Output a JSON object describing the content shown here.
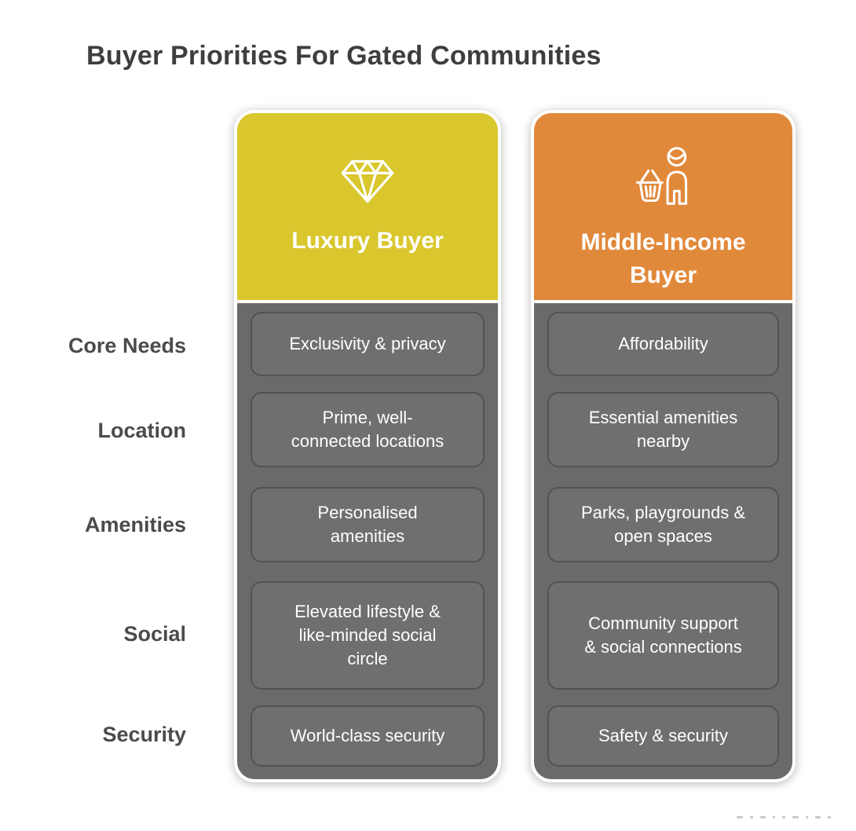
{
  "title": "Buyer Priorities For Gated Communities",
  "row_labels": [
    "Core Needs",
    "Location",
    "Amenities",
    "Social",
    "Security"
  ],
  "columns": [
    {
      "header": "Luxury Buyer",
      "icon": "diamond-icon",
      "header_color": "#d9c72d",
      "cells": [
        "Exclusivity & privacy",
        "Prime, well-\nconnected locations",
        "Personalised\namenities",
        "Elevated lifestyle &\nlike-minded social\ncircle",
        "World-class security"
      ]
    },
    {
      "header": "Middle-Income\nBuyer",
      "icon": "shopper-basket-icon",
      "header_color": "#e1893b",
      "cells": [
        "Affordability",
        "Essential amenities\nnearby",
        "Parks, playgrounds &\nopen spaces",
        "Community support\n& social connections",
        "Safety & security"
      ]
    }
  ],
  "colors": {
    "background": "#ffffff",
    "luxury_header": "#d9c72d",
    "middle_header": "#e1893b",
    "panel": "#6a6a6a",
    "cell_fill": "#6f6f6f",
    "cell_border": "#525252",
    "title_text": "#3e3e3e",
    "label_text": "#4b4b4b",
    "cell_text": "#ffffff"
  }
}
